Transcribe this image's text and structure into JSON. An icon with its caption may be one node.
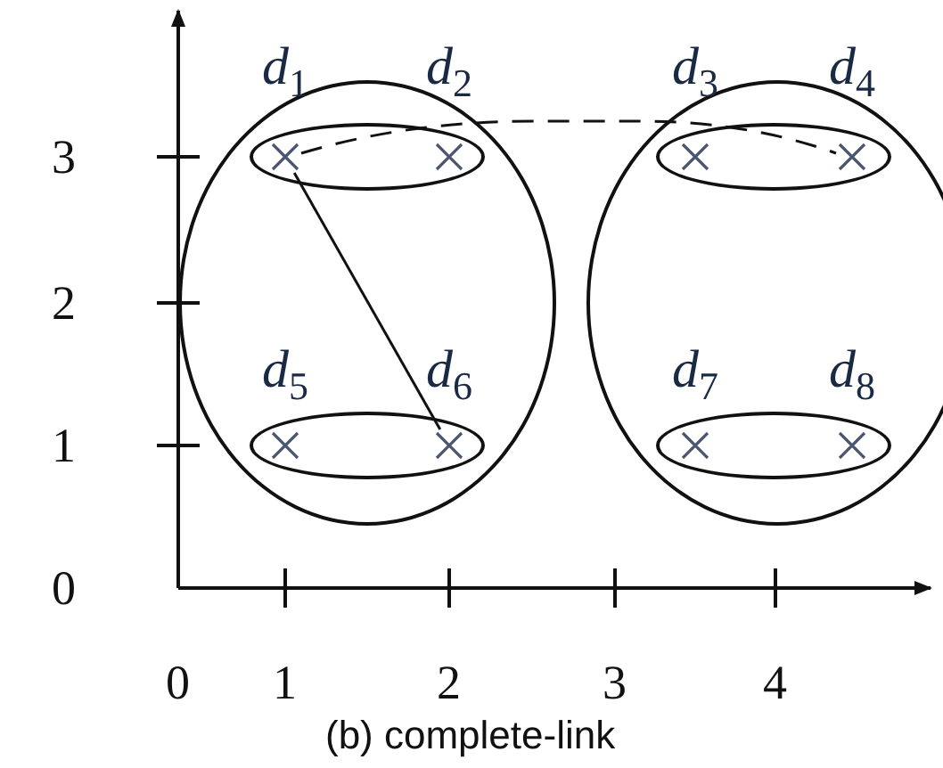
{
  "diagram": {
    "caption": "(b) complete-link",
    "nodes": [
      {
        "text": [],
        "shape": "ellipse"
      },
      {
        "text": [],
        "shape": "ellipse",
        "in": 0
      },
      {
        "text": [],
        "shape": "cross",
        "in": 1,
        "beside": [
          "d$_{1}$"
        ]
      },
      {
        "text": [],
        "shape": "cross",
        "in": 1,
        "beside": [
          "d$_{2}$"
        ]
      },
      {
        "text": [],
        "shape": "ellipse",
        "in": 0
      },
      {
        "text": [],
        "shape": "cross",
        "in": 4,
        "beside": [
          "d$_{5}$"
        ]
      },
      {
        "text": [],
        "shape": "cross",
        "in": 4,
        "beside": [
          "d$_{6}$"
        ]
      },
      {
        "text": [],
        "shape": "ellipse"
      },
      {
        "text": [],
        "shape": "ellipse",
        "in": 7
      },
      {
        "text": [],
        "shape": "cross",
        "in": 8,
        "beside": [
          "d$_{3}$"
        ]
      },
      {
        "text": [],
        "shape": "cross",
        "in": 8,
        "beside": [
          "d$_{4}$"
        ]
      },
      {
        "text": [],
        "shape": "ellipse",
        "in": 7
      },
      {
        "text": [],
        "shape": "cross",
        "in": 11,
        "beside": [
          "d$_{7}$"
        ]
      },
      {
        "text": [],
        "shape": "cross",
        "in": 11,
        "beside": [
          "d$_{8}$"
        ]
      }
    ],
    "edges": [
      {
        "from": 2,
        "to": 6,
        "arrow": "none"
      },
      {
        "from": 2,
        "to": 10,
        "arrow": "none",
        "style": "dashed"
      }
    ],
    "labels": [
      "3",
      "2",
      "1",
      "0",
      "0",
      "1",
      "2",
      "3",
      "4"
    ]
  }
}
